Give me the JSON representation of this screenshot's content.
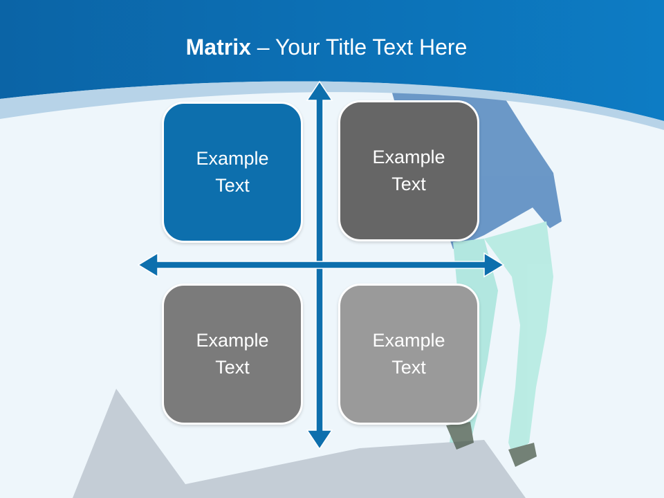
{
  "title": {
    "bold": "Matrix",
    "rest": " – Your Title Text Here"
  },
  "matrix": {
    "top_left": {
      "line1": "Example",
      "line2": "Text"
    },
    "top_right": {
      "line1": "Example",
      "line2": "Text"
    },
    "bottom_left": {
      "line1": "Example",
      "line2": "Text"
    },
    "bottom_right": {
      "line1": "Example",
      "line2": "Text"
    }
  },
  "colors": {
    "header_blue": "#0d6fad",
    "light_band": "#b7d3e8",
    "background": "#eef6fb",
    "box_top_left": "#0d6fad",
    "box_top_right": "#666666",
    "box_bottom_left": "#7b7b7b",
    "box_bottom_right": "#9a9a9a",
    "axis": "#0d6fad"
  }
}
